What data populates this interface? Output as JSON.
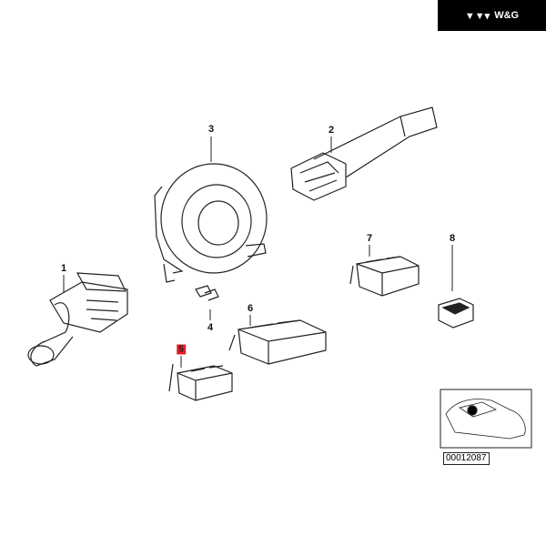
{
  "brand": {
    "name": "W&G",
    "icon": "wg-logo-icon"
  },
  "diagram": {
    "callouts": [
      {
        "id": "1",
        "label": "1",
        "part": "turn-signal-switch"
      },
      {
        "id": "2",
        "label": "2",
        "part": "wiper-switch-stalk"
      },
      {
        "id": "3",
        "label": "3",
        "part": "clock-spring"
      },
      {
        "id": "4",
        "label": "4",
        "part": "screw"
      },
      {
        "id": "5",
        "label": "5",
        "part": "switch-unit",
        "highlighted": true
      },
      {
        "id": "6",
        "label": "6",
        "part": "switch-unit-large"
      },
      {
        "id": "7",
        "label": "7",
        "part": "switch-unit-medium"
      },
      {
        "id": "8",
        "label": "8",
        "part": "small-switch"
      }
    ],
    "highlight_color": "#e0202a",
    "reference_code": "00012087"
  }
}
